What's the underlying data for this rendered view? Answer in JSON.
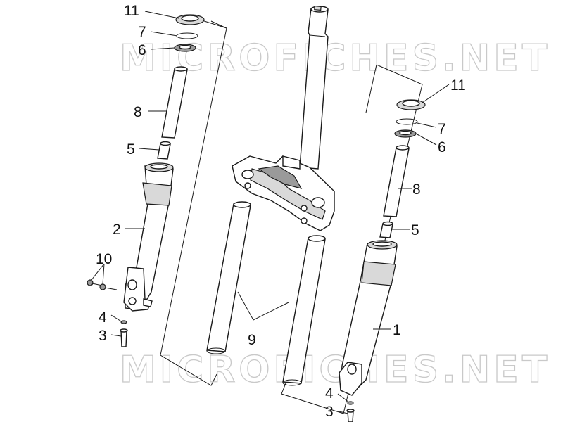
{
  "watermark": "MICROFICHES.NET",
  "callouts": {
    "c1": "1",
    "c2": "2",
    "c3a": "3",
    "c3b": "3",
    "c4a": "4",
    "c4b": "4",
    "c5a": "5",
    "c5b": "5",
    "c6a": "6",
    "c6b": "6",
    "c7a": "7",
    "c7b": "7",
    "c8a": "8",
    "c8b": "8",
    "c9": "9",
    "c10": "10",
    "c11a": "11",
    "c11b": "11"
  }
}
